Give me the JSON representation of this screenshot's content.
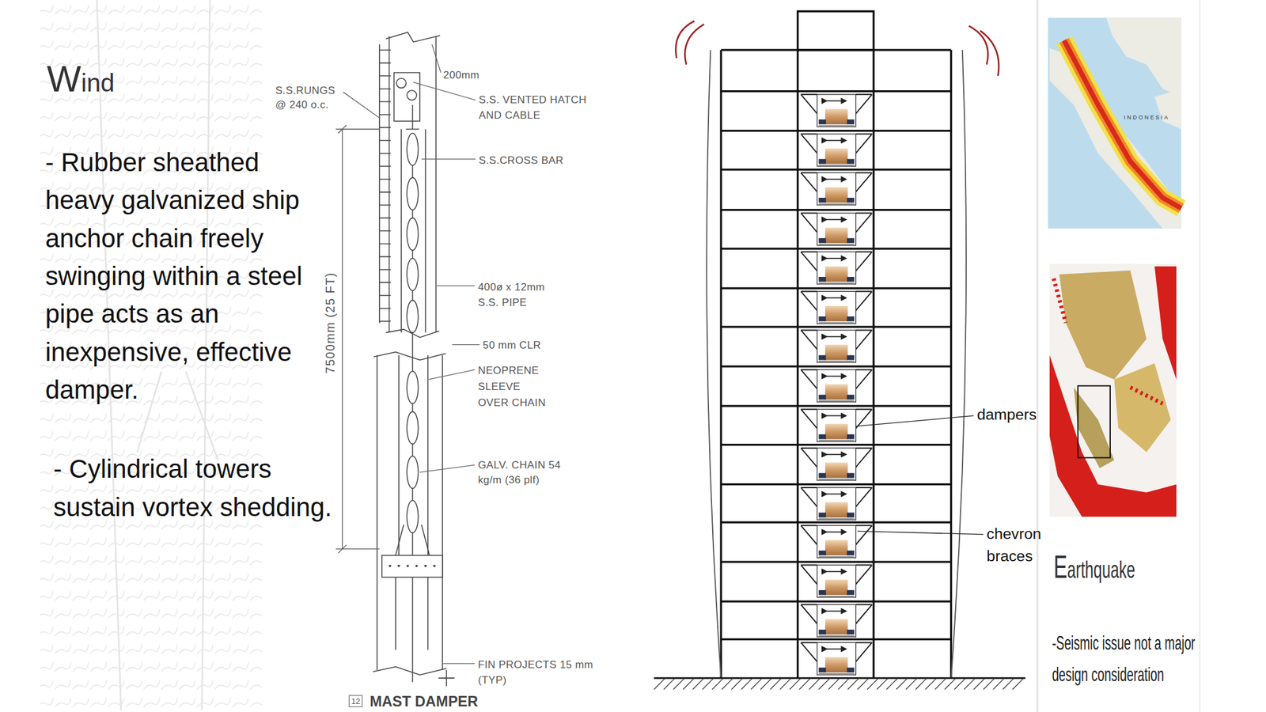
{
  "diagram": {
    "labels": [
      "Wind",
      "- Rubber sheathed heavy galvanized ship anchor chain freely swinging within a steel pipe acts as an inexpensive, effective damper.",
      "- Cylindrical towers sustain vortex shedding.",
      "S.S.RUNGS @ 240 o.c.",
      "200mm",
      "S.S. VENTED HATCH AND CABLE",
      "S.S.CROSS BAR",
      "7500mm (25 FT)",
      "400ø x 12mm S.S. PIPE",
      "50 mm CLR",
      "NEOPRENE SLEEVE OVER CHAIN",
      "GALV. CHAIN 54 kg/m (36 plf)",
      "FIN PROJECTS 15 mm (TYP)",
      "12",
      "MAST DAMPER",
      "dampers",
      "chevron braces",
      "INDONESIA",
      "Earthquake",
      "-Seismic issue not a major design consideration"
    ]
  }
}
